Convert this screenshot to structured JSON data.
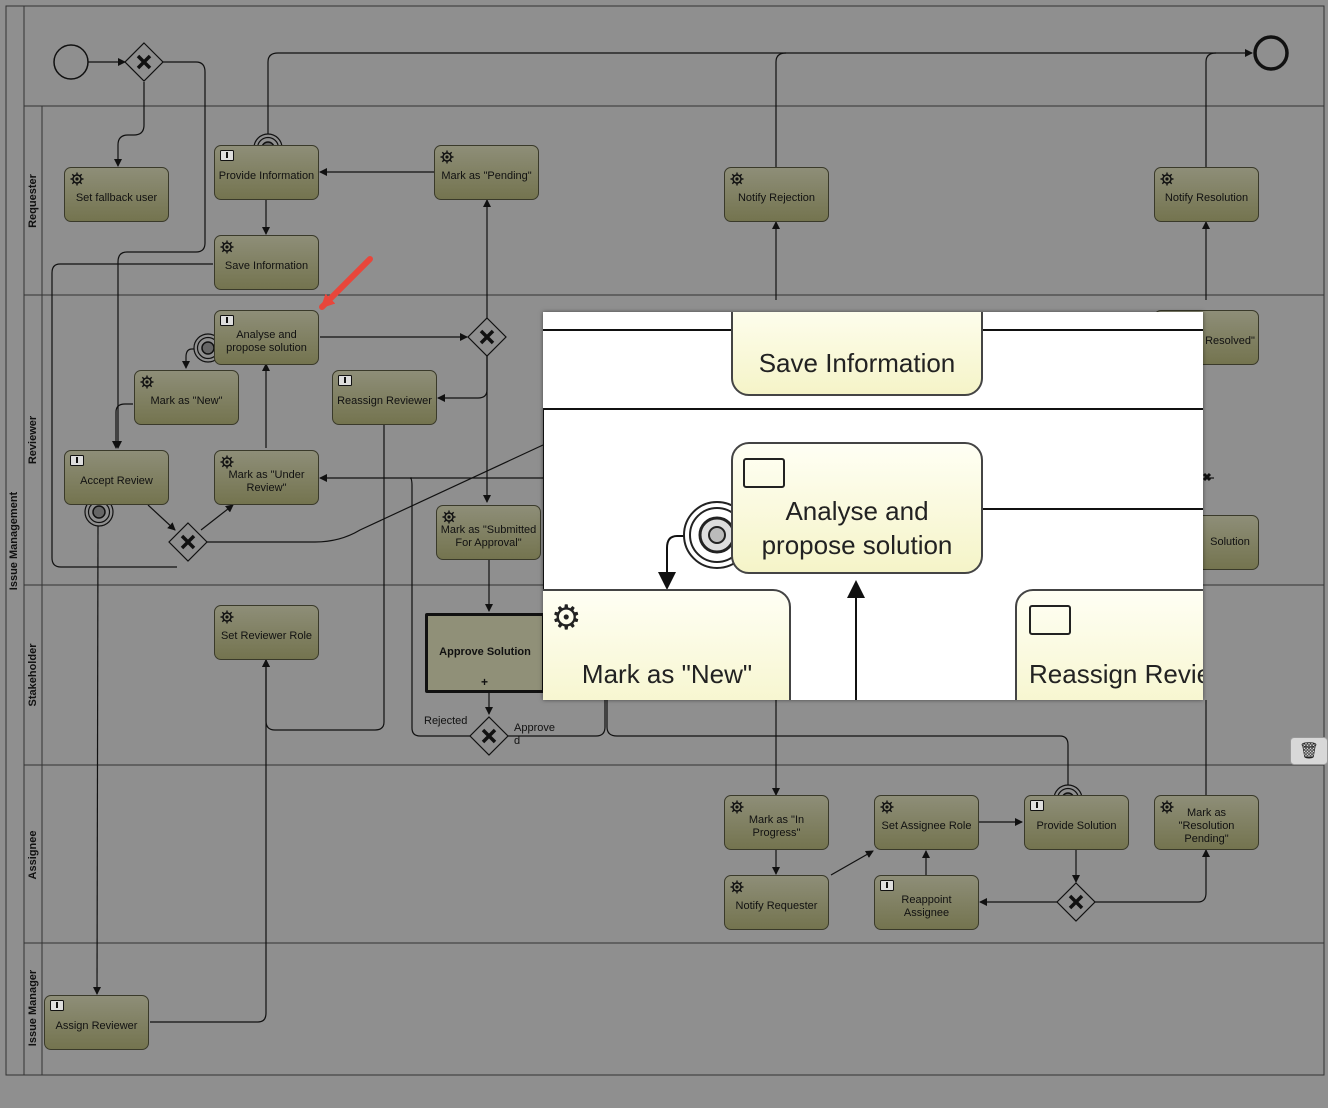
{
  "pool": {
    "label": "Issue Management"
  },
  "lanes": [
    "Requester",
    "Reviewer",
    "Stakeholder",
    "Assignee",
    "Issue Manager"
  ],
  "tasks": {
    "set_fallback_user": "Set fallback user",
    "provide_information": "Provide Information",
    "mark_pending": "Mark as \"Pending\"",
    "notify_rejection": "Notify Rejection",
    "notify_resolution": "Notify Resolution",
    "save_information": "Save Information",
    "analyse": "Analyse and propose solution",
    "mark_new": "Mark as \"New\"",
    "reassign_reviewer": "Reassign Reviewer",
    "accept_review": "Accept Review",
    "mark_under_review": "Mark as \"Under Review\"",
    "mark_submitted": "Mark as \"Submitted For Approval\"",
    "set_reviewer_role": "Set Reviewer Role",
    "approve_solution": "Approve Solution",
    "mark_in_progress": "Mark as \"In Progress\"",
    "notify_requester": "Notify Requester",
    "set_assignee_role": "Set Assignee Role",
    "reappoint_assignee": "Reappoint Assignee",
    "provide_solution": "Provide Solution",
    "mark_resolution_pending": "Mark as \"Resolution Pending\"",
    "assign_reviewer": "Assign Reviewer",
    "resolved_partial": "Resolved\"",
    "solution_partial": "Solution"
  },
  "edge_labels": {
    "rejected": "Rejected",
    "approved": "Approve\nd"
  },
  "zoom": {
    "save_information": "Save Information",
    "analyse": "Analyse and propose solution",
    "mark_new": "Mark as \"New\"",
    "reassign_partial": "Reassign Revie"
  },
  "icons": {
    "service": "gear-icon",
    "user": "user-task-icon",
    "delete": "trash-icon"
  },
  "colors": {
    "task_fill": "#807f60",
    "lane_bg": "#8f8f8f",
    "highlight_arrow": "#e8463b",
    "zoom_task": "#f7f6cf"
  }
}
